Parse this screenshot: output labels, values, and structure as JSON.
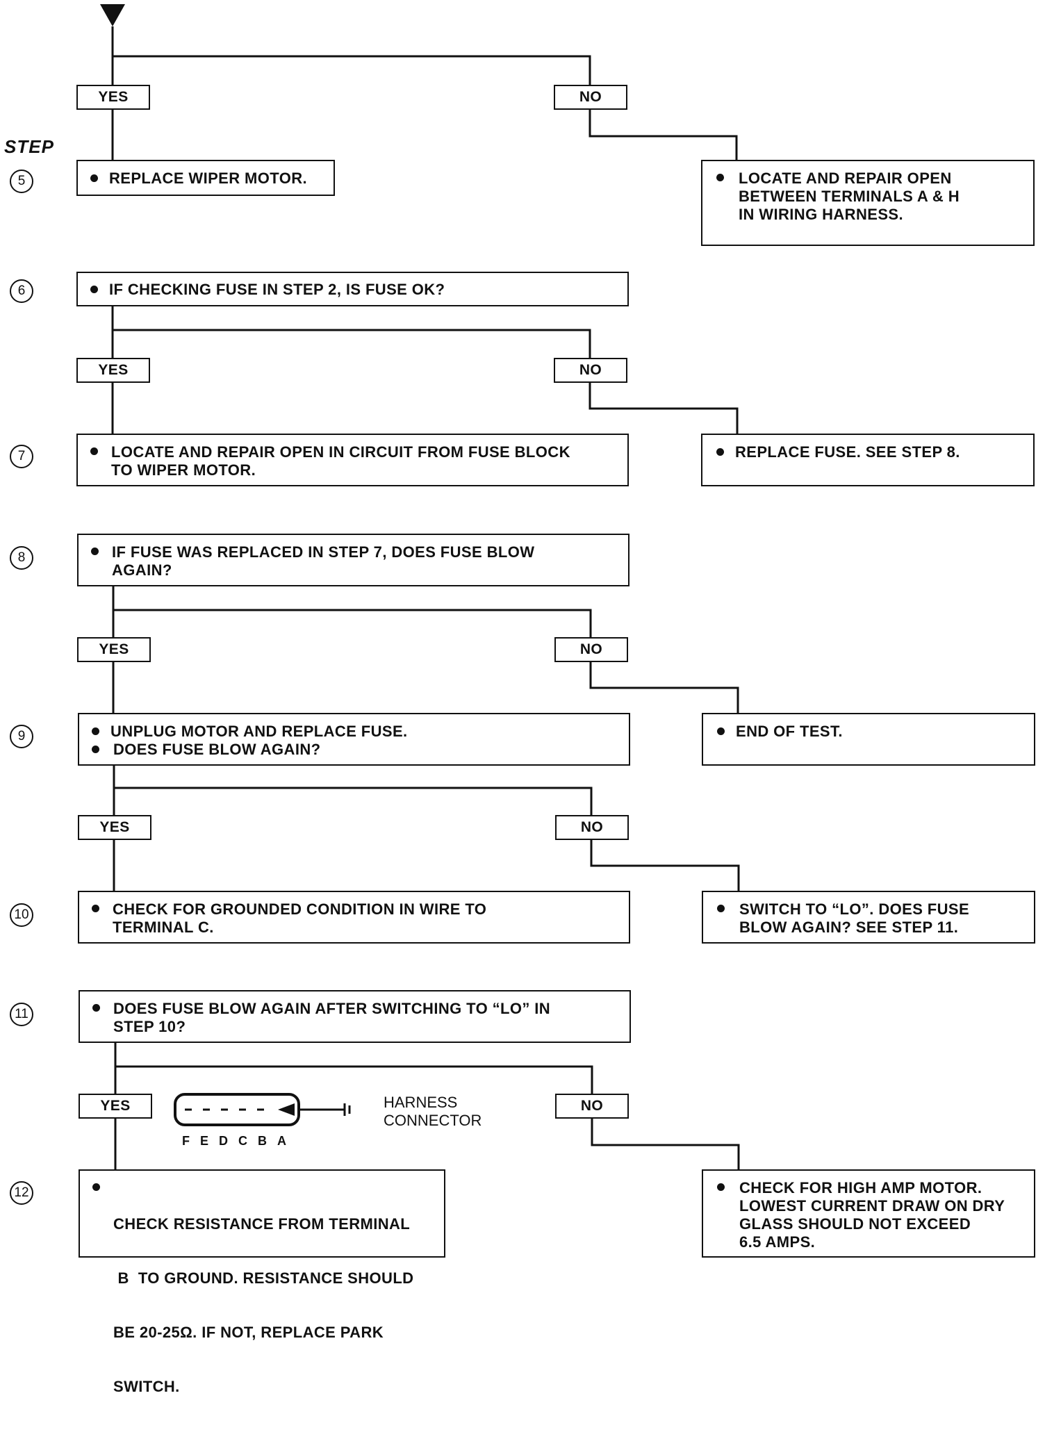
{
  "step_header": "STEP",
  "step_numbers": [
    "5",
    "6",
    "7",
    "8",
    "9",
    "10",
    "11",
    "12"
  ],
  "yes": "YES",
  "no": "NO",
  "s5": {
    "yes_text": "REPLACE WIPER MOTOR.",
    "no_text": [
      "LOCATE AND REPAIR OPEN",
      "BETWEEN TERMINALS  A & H",
      "IN WIRING HARNESS."
    ]
  },
  "s6": {
    "question": "IF CHECKING FUSE IN STEP 2, IS FUSE OK?"
  },
  "s7": {
    "yes_text": [
      "LOCATE AND REPAIR OPEN IN CIRCUIT FROM FUSE BLOCK",
      "TO WIPER MOTOR."
    ],
    "no_text": "REPLACE FUSE. SEE STEP 8."
  },
  "s8": {
    "question": [
      "IF FUSE WAS REPLACED IN STEP 7, DOES FUSE BLOW",
      "AGAIN?"
    ]
  },
  "s9": {
    "yes_items": [
      "UNPLUG MOTOR AND REPLACE FUSE.",
      "DOES FUSE BLOW AGAIN?"
    ],
    "no_text": "END OF TEST."
  },
  "s10": {
    "yes_text": [
      "CHECK FOR GROUNDED CONDITION IN WIRE TO",
      "TERMINAL  C."
    ],
    "no_text": [
      "SWITCH TO “LO”. DOES FUSE",
      "BLOW AGAIN? SEE STEP 11."
    ]
  },
  "s11": {
    "question": [
      "DOES FUSE BLOW AGAIN AFTER SWITCHING TO “LO” IN",
      "STEP 10?"
    ]
  },
  "s12": {
    "yes_text": [
      "CHECK RESISTANCE FROM TERMINAL",
      " B  TO GROUND. RESISTANCE SHOULD",
      "BE 20-25Ω. IF NOT, REPLACE PARK",
      "SWITCH."
    ],
    "no_text": [
      "CHECK FOR HIGH AMP MOTOR.",
      "LOWEST CURRENT DRAW ON DRY",
      "GLASS SHOULD NOT EXCEED",
      "6.5 AMPS."
    ]
  },
  "connector": {
    "label": [
      "HARNESS",
      "CONNECTOR"
    ],
    "pins": "FEDCBA"
  }
}
